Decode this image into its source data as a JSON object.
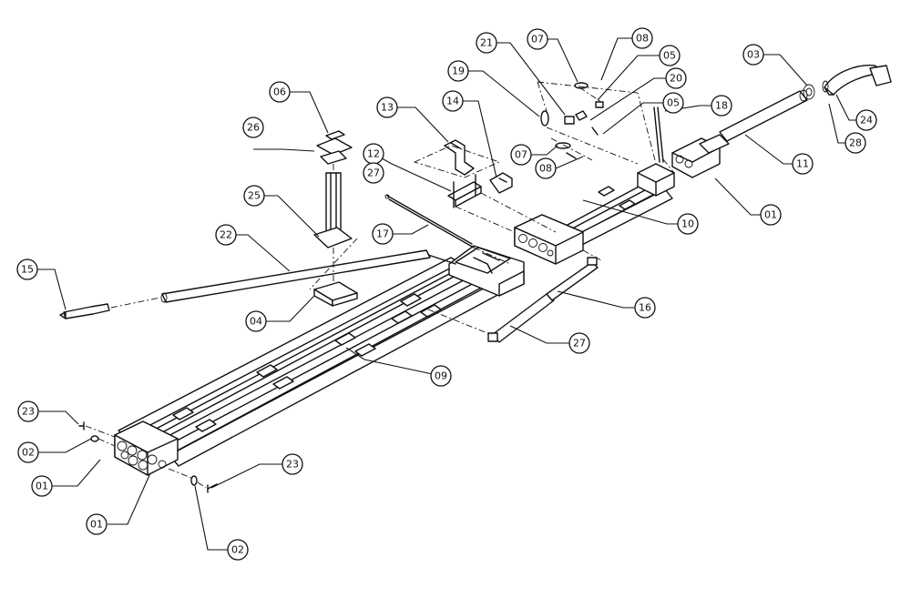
{
  "diagram": {
    "callouts": [
      {
        "id": "c01a",
        "label": "01"
      },
      {
        "id": "c01b",
        "label": "01"
      },
      {
        "id": "c01c",
        "label": "01"
      },
      {
        "id": "c02a",
        "label": "02"
      },
      {
        "id": "c02b",
        "label": "02"
      },
      {
        "id": "c03",
        "label": "03"
      },
      {
        "id": "c04",
        "label": "04"
      },
      {
        "id": "c05a",
        "label": "05"
      },
      {
        "id": "c05b",
        "label": "05"
      },
      {
        "id": "c06",
        "label": "06"
      },
      {
        "id": "c07a",
        "label": "07"
      },
      {
        "id": "c07b",
        "label": "07"
      },
      {
        "id": "c08a",
        "label": "08"
      },
      {
        "id": "c08b",
        "label": "08"
      },
      {
        "id": "c09",
        "label": "09"
      },
      {
        "id": "c10",
        "label": "10"
      },
      {
        "id": "c11",
        "label": "11"
      },
      {
        "id": "c12",
        "label": "12"
      },
      {
        "id": "c13",
        "label": "13"
      },
      {
        "id": "c14",
        "label": "14"
      },
      {
        "id": "c15",
        "label": "15"
      },
      {
        "id": "c16",
        "label": "16"
      },
      {
        "id": "c17",
        "label": "17"
      },
      {
        "id": "c18",
        "label": "18"
      },
      {
        "id": "c19",
        "label": "19"
      },
      {
        "id": "c20",
        "label": "20"
      },
      {
        "id": "c21",
        "label": "21"
      },
      {
        "id": "c22",
        "label": "22"
      },
      {
        "id": "c23a",
        "label": "23"
      },
      {
        "id": "c23b",
        "label": "23"
      },
      {
        "id": "c24",
        "label": "24"
      },
      {
        "id": "c25",
        "label": "25"
      },
      {
        "id": "c26",
        "label": "26"
      },
      {
        "id": "c27a",
        "label": "27"
      },
      {
        "id": "c27b",
        "label": "27"
      },
      {
        "id": "c28",
        "label": "28"
      }
    ]
  }
}
